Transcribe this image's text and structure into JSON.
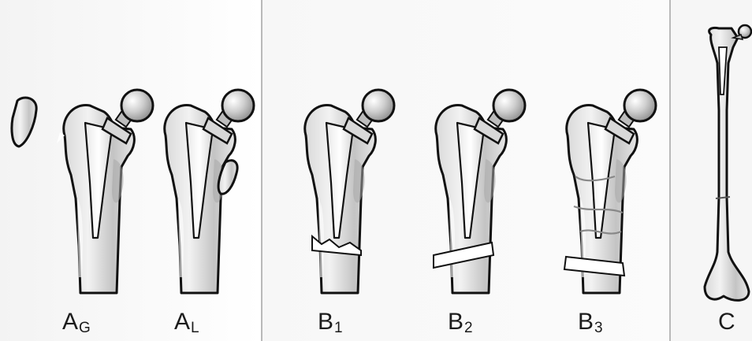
{
  "figure": {
    "panels": [
      {
        "id": "A",
        "labels": [
          {
            "main": "A",
            "sub": "G"
          },
          {
            "main": "A",
            "sub": "L"
          }
        ]
      },
      {
        "id": "B",
        "labels": [
          {
            "main": "B",
            "sub": "1"
          },
          {
            "main": "B",
            "sub": "2"
          },
          {
            "main": "B",
            "sub": "3"
          }
        ]
      },
      {
        "id": "C",
        "labels": [
          {
            "main": "C",
            "sub": ""
          }
        ]
      }
    ]
  },
  "colors": {
    "outline": "#111111",
    "bone": "#cfcfcf",
    "bone_light": "#ececec",
    "head": "#bdbdbd",
    "divider": "#b9b9b9"
  }
}
